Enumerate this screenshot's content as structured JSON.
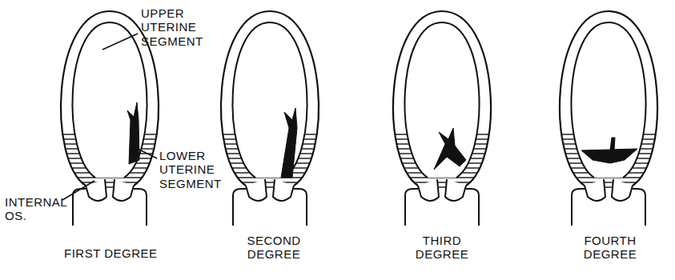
{
  "diagram": {
    "labels": [
      "UPPER UTERINE SEGMENT",
      "LOWER UTERINE SEGMENT",
      "INTERNAL OS.",
      "FIRST DEGREE",
      "SECOND DEGREE",
      "THIRD DEGREE",
      "FOURTH DEGREE"
    ]
  }
}
